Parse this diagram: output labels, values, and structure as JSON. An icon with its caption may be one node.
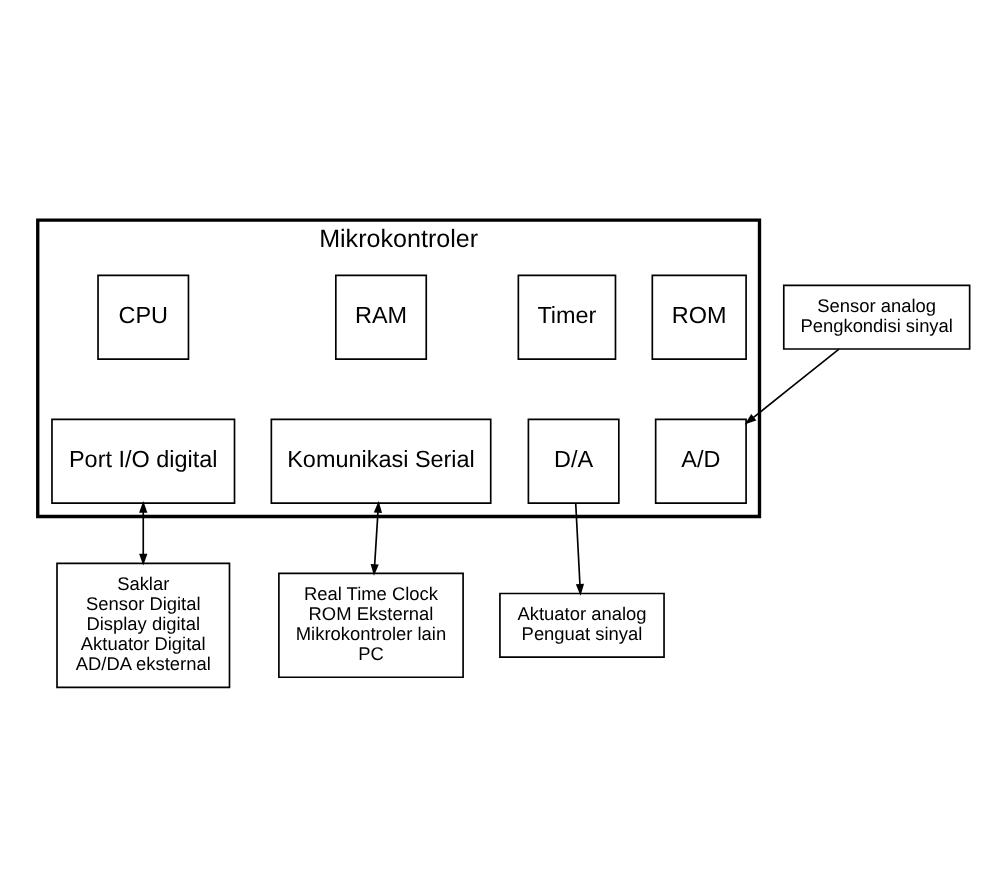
{
  "diagram": {
    "nodes": [
      {
        "text": [
          "Mikrokontroler"
        ]
      },
      {
        "text": [
          "CPU"
        ],
        "in": 0
      },
      {
        "text": [
          "RAM"
        ],
        "in": 0
      },
      {
        "text": [
          "ROM"
        ],
        "in": 0
      },
      {
        "text": [
          "Timer"
        ],
        "in": 0
      },
      {
        "text": [
          "Port I/O digital"
        ],
        "in": 0
      },
      {
        "text": [
          "Komunikasi Serial"
        ],
        "in": 0
      },
      {
        "text": [
          "A/D"
        ],
        "in": 0
      },
      {
        "text": [
          "D/A"
        ],
        "in": 0
      },
      {
        "text": [
          "Real Time Clock",
          "ROM Eksternal",
          "Mikrokontroler lain",
          "PC"
        ]
      },
      {
        "text": [
          "Aktuator analog",
          "Penguat sinyal"
        ]
      },
      {
        "text": [
          "Sensor analog",
          "Pengkondisi sinyal"
        ]
      },
      {
        "text": [
          "Saklar",
          "Sensor Digital",
          "Display digital",
          "Aktuator Digital",
          "AD/DA eksternal"
        ]
      }
    ],
    "edges": [
      {
        "from": 5,
        "to": 12,
        "arrow": "both"
      },
      {
        "from": 6,
        "to": 9,
        "arrow": "both"
      },
      {
        "from": 11,
        "to": 7,
        "arrow": "to"
      },
      {
        "from": 8,
        "to": 10,
        "arrow": "to"
      }
    ]
  }
}
